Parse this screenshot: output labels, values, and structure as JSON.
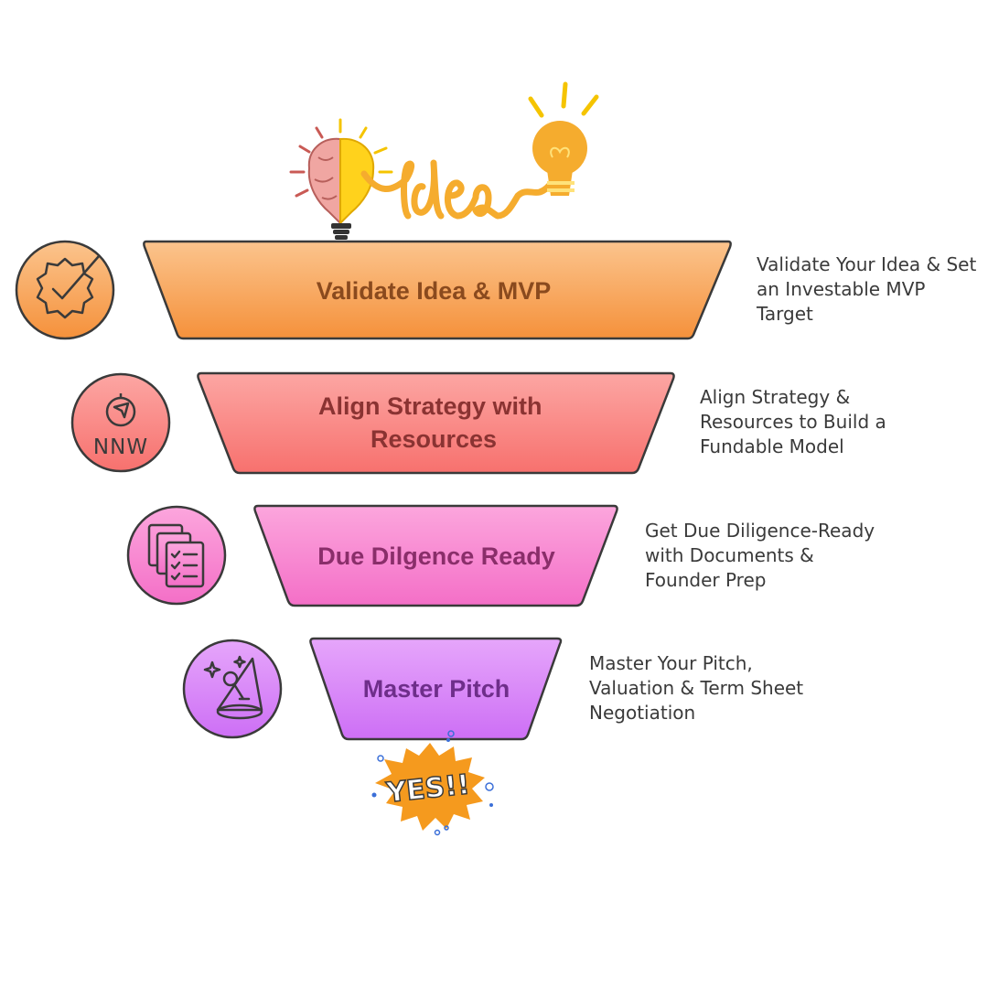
{
  "header": {
    "idea_word": "Idea"
  },
  "stages": [
    {
      "title_lines": [
        "Validate Idea & MVP"
      ],
      "description": "Validate Your Idea & Set an Investable MVP Target",
      "icon": "badge-check-icon",
      "color_top": "#fbc48d",
      "color_bottom": "#f5913b",
      "label_color": "#8a4a1e"
    },
    {
      "title_lines": [
        "Align Strategy with",
        "Resources"
      ],
      "description": "Align Strategy & Resources to Build a Fundable Model",
      "icon": "compass-icon",
      "icon_text": "NNW",
      "color_top": "#fca6a3",
      "color_bottom": "#f7716e",
      "label_color": "#8a3332"
    },
    {
      "title_lines": [
        "Due Dilgence Ready"
      ],
      "description": "Get Due Diligence-Ready with Documents & Founder Prep",
      "icon": "documents-checklist-icon",
      "color_top": "#fca6dd",
      "color_bottom": "#f46fc7",
      "label_color": "#8a2e6a"
    },
    {
      "title_lines": [
        "Master Pitch"
      ],
      "description": "Master Your Pitch, Valuation & Term Sheet Negotiation",
      "icon": "spotlight-microphone-icon",
      "color_top": "#e6a6fb",
      "color_bottom": "#cd6ff5",
      "label_color": "#6e2e8a"
    }
  ],
  "footer": {
    "burst_text": "YES!!"
  }
}
